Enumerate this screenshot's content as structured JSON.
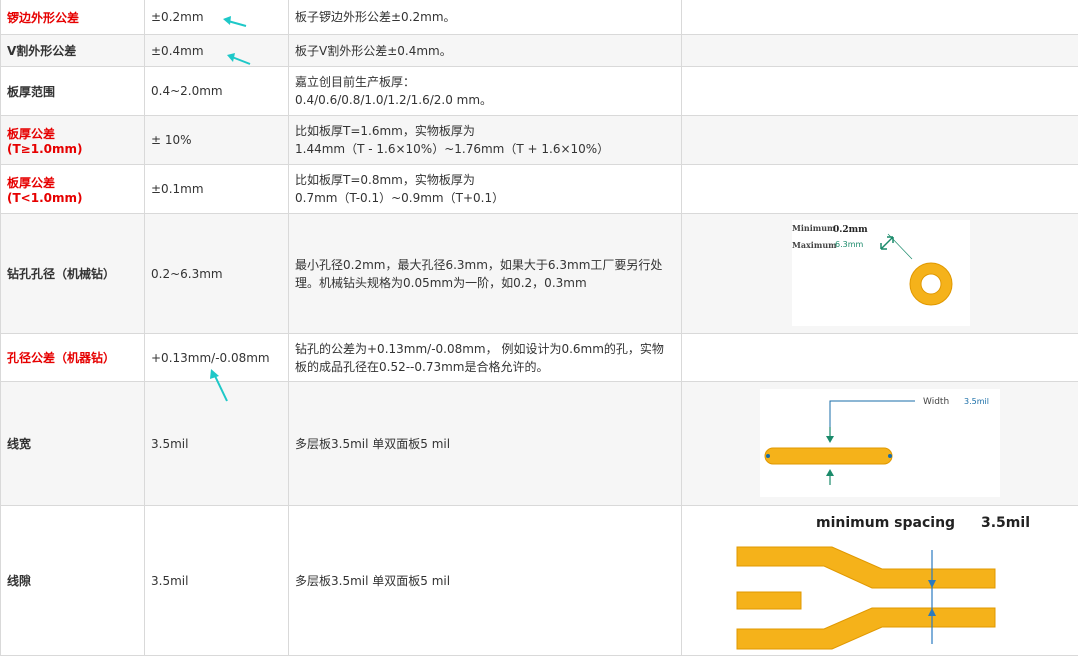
{
  "rows": [
    {
      "param": "锣边外形公差",
      "value": "±0.2mm",
      "desc": [
        "板子锣边外形公差±0.2mm。"
      ]
    },
    {
      "param": "V割外形公差",
      "value": "±0.4mm",
      "desc": [
        "板子V割外形公差±0.4mm。"
      ]
    },
    {
      "param": "板厚范围",
      "value": "0.4~2.0mm",
      "desc": [
        "嘉立创目前生产板厚：",
        "0.4/0.6/0.8/1.0/1.2/1.6/2.0 mm。"
      ]
    },
    {
      "param": [
        "板厚公差",
        "(T≥1.0mm)"
      ],
      "value": "± 10%",
      "desc": [
        "比如板厚T=1.6mm，实物板厚为",
        "1.44mm（T - 1.6×10%）~1.76mm（T + 1.6×10%）"
      ]
    },
    {
      "param": [
        "板厚公差",
        "(T<1.0mm)"
      ],
      "value": "±0.1mm",
      "desc": [
        "比如板厚T=0.8mm，实物板厚为",
        "0.7mm（T-0.1）~0.9mm（T+0.1）"
      ]
    },
    {
      "param": "钻孔孔径（机械钻）",
      "value": "0.2~6.3mm",
      "desc": [
        "最小孔径0.2mm，最大孔径6.3mm，如果大于6.3mm工厂要另行处",
        "理。机械钻头规格为0.05mm为一阶，如0.2，0.3mm"
      ]
    },
    {
      "param": "孔径公差（机器钻）",
      "value": "+0.13mm/-0.08mm",
      "desc": [
        "钻孔的公差为+0.13mm/-0.08mm， 例如设计为0.6mm的孔，实物",
        "板的成品孔径在0.52--0.73mm是合格允许的。"
      ]
    },
    {
      "param": "线宽",
      "value": "3.5mil",
      "desc": [
        "多层板3.5mil 单双面板5 mil"
      ]
    },
    {
      "param": "线隙",
      "value": "3.5mil",
      "desc": [
        "多层板3.5mil 单双面板5 mil"
      ]
    }
  ],
  "figures": {
    "drill": {
      "min_label": "Minimum",
      "min_value": "0.2mm",
      "max_label": "Maximum",
      "max_value": "6.3mm"
    },
    "width": {
      "label": "Width",
      "value": "3.5mil"
    },
    "spacing": {
      "label": "minimum spacing",
      "value": "3.5mil"
    }
  },
  "colors": {
    "highlight_text": "#e60000",
    "trace": "#f5b21a",
    "trace_outline": "#e09800",
    "arrow": "#1ec8c8",
    "dim_line": "#1a8a6a"
  }
}
